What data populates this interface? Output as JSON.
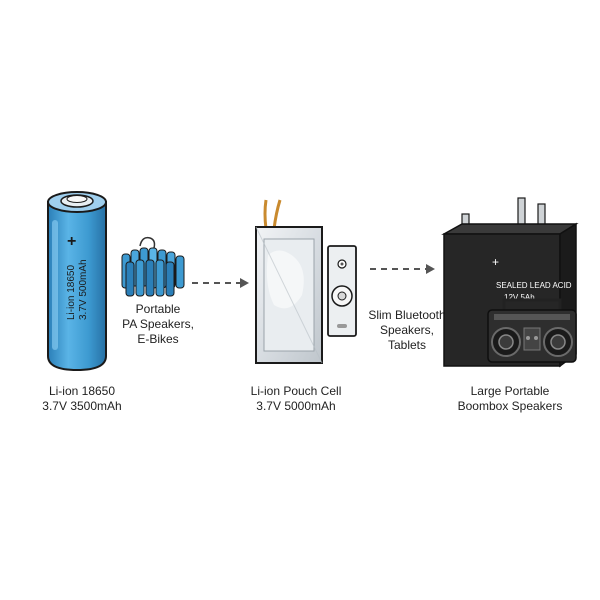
{
  "cells": [
    {
      "cell_text_line1": "Li-ion 18650",
      "cell_text_line2": "3.7V 500mAh",
      "plus_sign": "+",
      "caption_line1": "Li-ion 18650",
      "caption_line2": "3.7V 3500mAh",
      "app_line1": "Portable",
      "app_line2": "PA Speakers,",
      "app_line3": "E-Bikes"
    },
    {
      "caption_line1": "Li-ion Pouch Cell",
      "caption_line2": "3.7V 5000mAh",
      "app_line1": "Slim Bluetooth",
      "app_line2": "Speakers,",
      "app_line3": "Tablets"
    },
    {
      "battery_text_line1": "SEALED LEAD ACID",
      "battery_text_line2": "12V 5Ah",
      "plus_sign": "+",
      "caption_line1": "Large Portable",
      "caption_line2": "Boombox Speakers"
    }
  ],
  "colors": {
    "cylinder": "#3d9ad1",
    "pouch": "#d8dde2",
    "lead_acid": "#262626",
    "terminal_red": "#d23b2e",
    "arrow": "#555555"
  }
}
